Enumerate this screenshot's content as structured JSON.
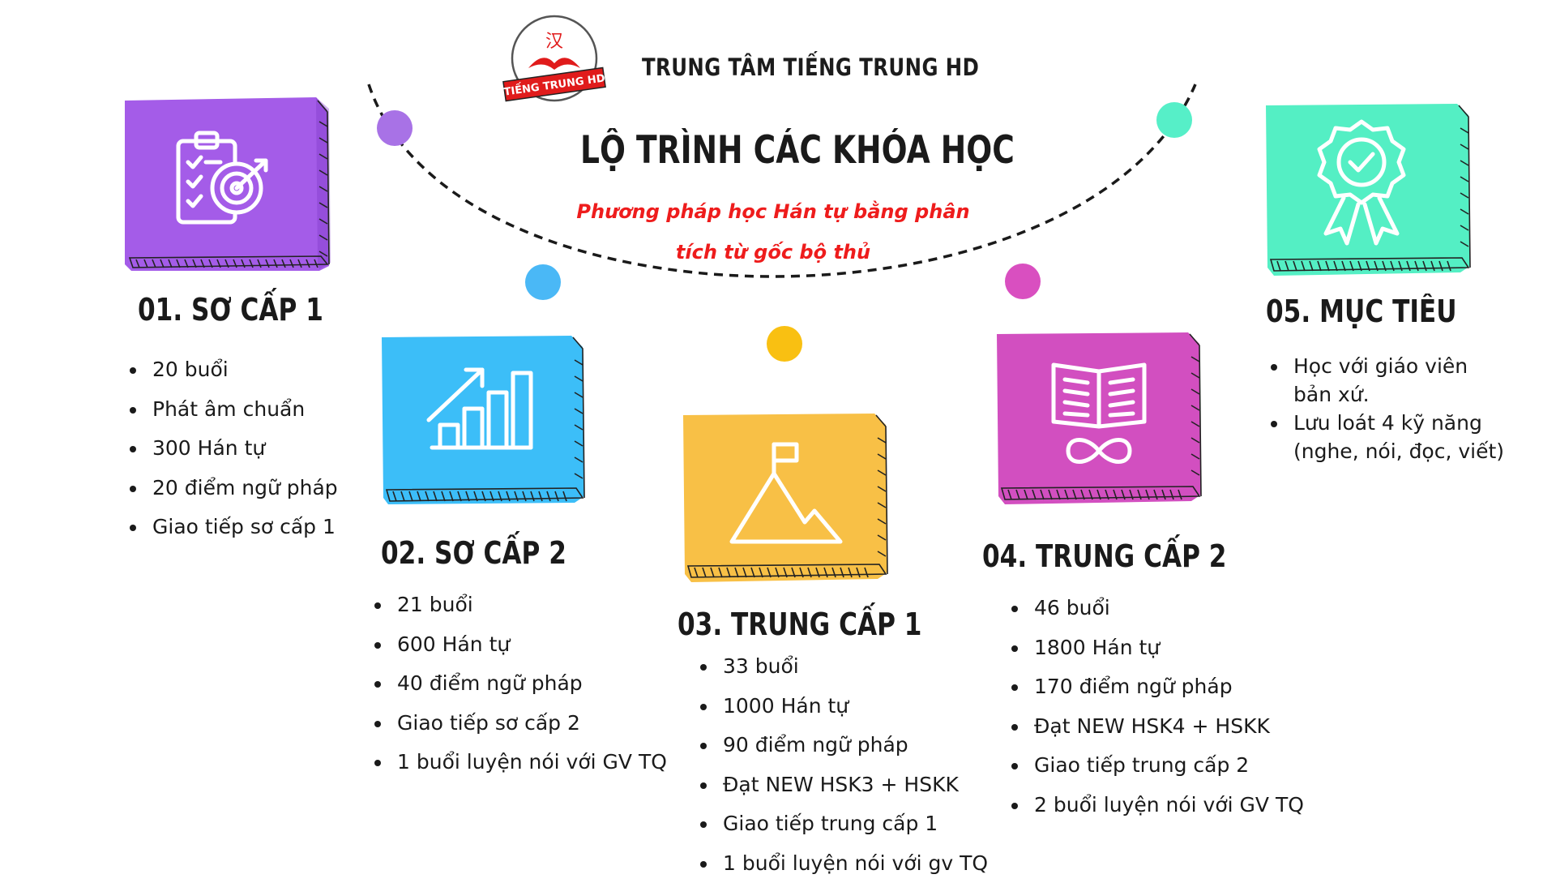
{
  "header": {
    "brand": "TRUNG TÂM TIẾNG TRUNG HD",
    "title": "LỘ TRÌNH CÁC KHÓA HỌC",
    "subtitle_line1": "Phương pháp học Hán tự bằng phân",
    "subtitle_line2": "tích từ gốc bộ thủ",
    "logo_char": "汉",
    "logo_text": "TIẾNG TRUNG HD"
  },
  "colors": {
    "purple": "#a45ce8",
    "blue": "#3cbef8",
    "yellow": "#f8c046",
    "magenta": "#d24fc0",
    "mint": "#54efc4",
    "dot_purple": "#a872e6",
    "dot_blue": "#4ab8f6",
    "dot_yellow": "#f9c012",
    "dot_magenta": "#d94fc0",
    "dot_mint": "#56efc8",
    "accent_red": "#ee1c1c"
  },
  "courses": [
    {
      "heading": "01. SƠ CẤP 1",
      "icon": "clipboard-target-icon",
      "items": [
        "20 buổi",
        "Phát âm chuẩn",
        "300 Hán tự",
        "20 điểm ngữ pháp",
        "Giao tiếp sơ cấp 1"
      ]
    },
    {
      "heading": "02. SƠ CẤP 2",
      "icon": "growth-chart-icon",
      "items": [
        "21 buổi",
        "600 Hán tự",
        "40 điểm ngữ pháp",
        "Giao tiếp sơ cấp 2",
        "1 buổi luyện nói với GV TQ"
      ]
    },
    {
      "heading": "03. TRUNG CẤP 1",
      "icon": "mountain-flag-icon",
      "items": [
        "33 buổi",
        "1000 Hán tự",
        "90 điểm ngữ pháp",
        "Đạt NEW HSK3 + HSKK",
        "Giao tiếp trung cấp 1",
        "1 buổi luyện nói với gv TQ"
      ]
    },
    {
      "heading": "04. TRUNG CẤP 2",
      "icon": "book-infinity-icon",
      "items": [
        "46 buổi",
        "1800 Hán tự",
        "170 điểm ngữ pháp",
        "Đạt NEW HSK4 + HSKK",
        "Giao tiếp trung cấp 2",
        "2 buổi luyện nói với GV TQ"
      ]
    },
    {
      "heading": "05. MỤC TIÊU",
      "icon": "award-badge-icon",
      "items": [
        "Học với giáo viên bản xứ.",
        "Lưu loát 4 kỹ năng (nghe, nói, đọc, viết)"
      ]
    }
  ]
}
